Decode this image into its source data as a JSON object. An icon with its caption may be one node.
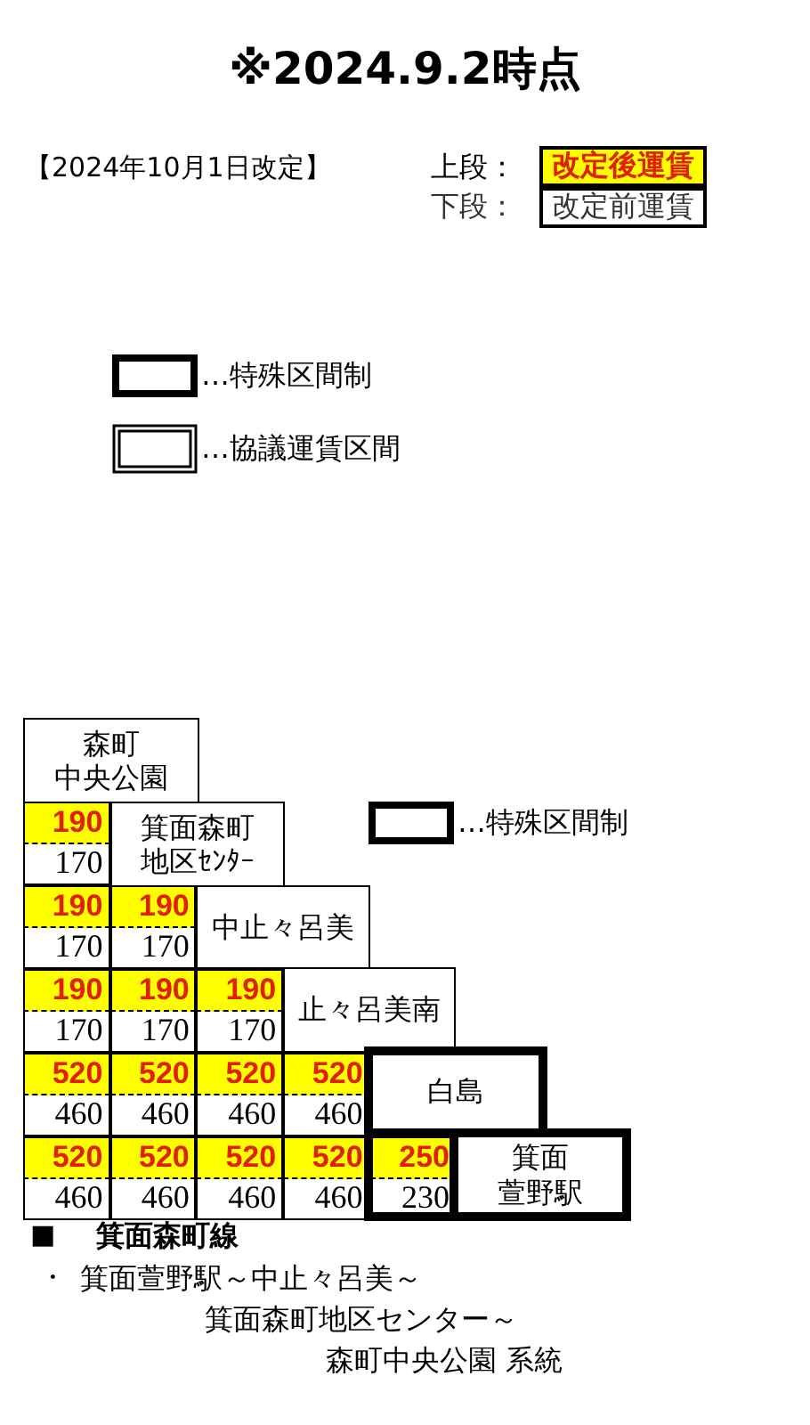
{
  "diagram": {
    "title": "※2024.9.2時点",
    "nodes": [
      {
        "text": [
          "森町中央公園"
        ]
      },
      {
        "text": [
          "箕面森町地区ｾﾝﾀｰ"
        ]
      },
      {
        "text": [
          "中止々呂美"
        ]
      },
      {
        "text": [
          "止々呂美南"
        ]
      },
      {
        "text": [
          "白島"
        ]
      },
      {
        "text": [
          "箕面萱野駅"
        ]
      }
    ],
    "labels": [
      "【2024年10月1日改定】",
      "上段：",
      "下段：",
      "190",
      "170",
      "190",
      "190",
      "170",
      "170",
      "190",
      "190",
      "190",
      "170",
      "170",
      "170",
      "520",
      "520",
      "520",
      "520",
      "460",
      "460",
      "460",
      "460",
      "520",
      "520",
      "520",
      "520",
      "250",
      "460",
      "460",
      "460",
      "460",
      "230",
      "■",
      "箕面森町線",
      "・",
      "箕面萱野駅～中止々呂美～",
      "箕面森町地区センター～",
      "森町中央公園 系統"
    ],
    "legend": [
      {
        "text": "改定後運賃",
        "color": "#ffff00"
      },
      {
        "text": "改定前運賃",
        "color": "#ffffff"
      },
      {
        "text": "…特殊区間制"
      },
      {
        "text": "…協議運賃区間"
      },
      {
        "text": "…特殊区間制"
      }
    ]
  }
}
